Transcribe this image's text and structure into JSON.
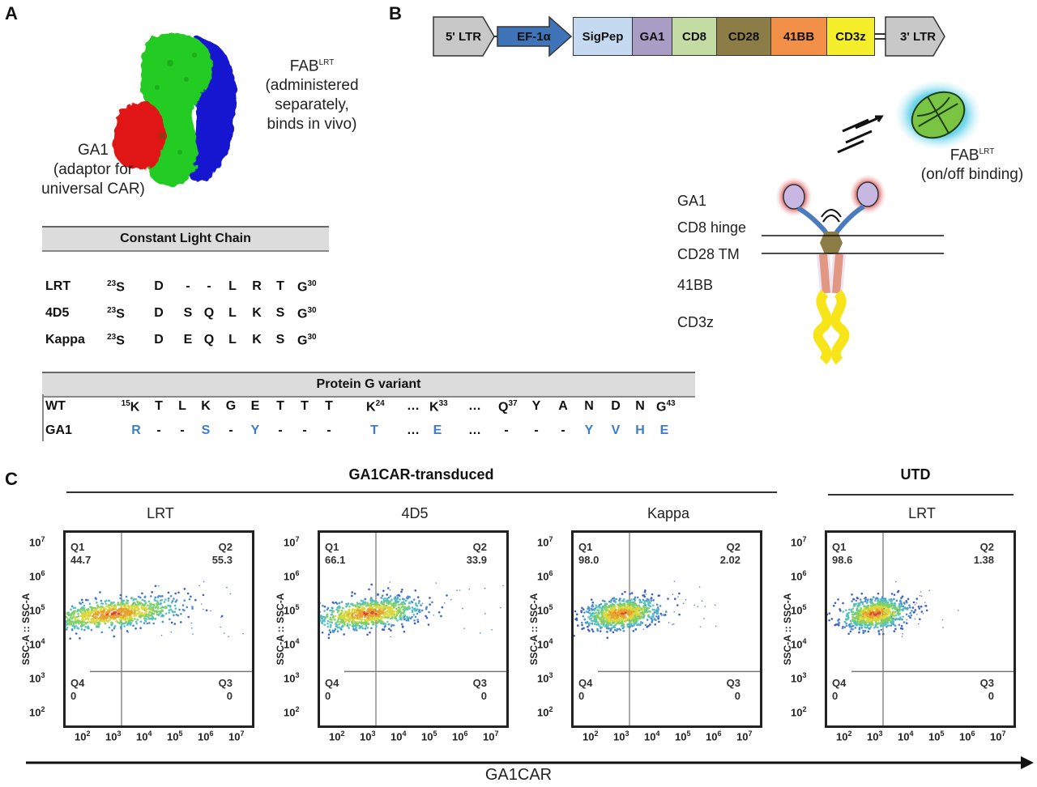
{
  "panels": {
    "a": "A",
    "b": "B",
    "c": "C"
  },
  "panel_a": {
    "fab_label": {
      "main": "FAB",
      "sup": "LRT",
      "lines": [
        "(administered",
        "separately,",
        "binds in vivo)"
      ]
    },
    "ga1_label": [
      "GA1",
      "(adaptor for",
      "universal CAR)"
    ],
    "clc": {
      "header": "Constant Light Chain",
      "start": "23",
      "end": "30",
      "rows": [
        {
          "name": "LRT",
          "res": [
            "S",
            "D",
            "-",
            "-",
            "L",
            "R",
            "T",
            "G"
          ]
        },
        {
          "name": "4D5",
          "res": [
            "S",
            "D",
            "S",
            "Q",
            "L",
            "K",
            "S",
            "G"
          ]
        },
        {
          "name": "Kappa",
          "res": [
            "S",
            "D",
            "E",
            "Q",
            "L",
            "K",
            "S",
            "G"
          ]
        }
      ]
    },
    "pgv": {
      "header": "Protein G variant",
      "wt_name": "WT",
      "ga1_name": "GA1",
      "wt": [
        {
          "t": "K",
          "pre": "15"
        },
        {
          "t": "T"
        },
        {
          "t": "L"
        },
        {
          "t": "K"
        },
        {
          "t": "G"
        },
        {
          "t": "E"
        },
        {
          "t": "T"
        },
        {
          "t": "T"
        },
        {
          "t": "T"
        },
        {
          "t": "K",
          "sup": "24"
        },
        {
          "t": "…"
        },
        {
          "t": "K",
          "sup": "33"
        },
        {
          "t": "…"
        },
        {
          "t": "Q",
          "sup": "37"
        },
        {
          "t": "Y"
        },
        {
          "t": "A"
        },
        {
          "t": "N"
        },
        {
          "t": "D"
        },
        {
          "t": "N"
        },
        {
          "t": "G",
          "sup": "43"
        }
      ],
      "ga1": [
        {
          "t": "R",
          "b": true
        },
        {
          "t": "-"
        },
        {
          "t": "-"
        },
        {
          "t": "S",
          "b": true
        },
        {
          "t": "-"
        },
        {
          "t": "Y",
          "b": true
        },
        {
          "t": "-"
        },
        {
          "t": "-"
        },
        {
          "t": "-"
        },
        {
          "t": "T",
          "b": true
        },
        {
          "t": "…"
        },
        {
          "t": "E",
          "b": true
        },
        {
          "t": "…"
        },
        {
          "t": "-"
        },
        {
          "t": "-"
        },
        {
          "t": "-"
        },
        {
          "t": "Y",
          "b": true
        },
        {
          "t": "V",
          "b": true
        },
        {
          "t": "H",
          "b": true
        },
        {
          "t": "E",
          "b": true
        }
      ]
    }
  },
  "panel_b": {
    "construct": [
      {
        "label": "5' LTR",
        "color": "#c8c8c8"
      },
      {
        "label": "EF-1α",
        "color": "#3f74b8"
      },
      {
        "label": "SigPep",
        "color": "#c5d9f0"
      },
      {
        "label": "GA1",
        "color": "#a99dc6"
      },
      {
        "label": "CD8",
        "color": "#c4dba4"
      },
      {
        "label": "CD28",
        "color": "#8b7d45"
      },
      {
        "label": "41BB",
        "color": "#f2904a"
      },
      {
        "label": "CD3z",
        "color": "#f5ee2a"
      },
      {
        "label": "3' LTR",
        "color": "#c8c8c8"
      }
    ],
    "labels": [
      "GA1",
      "CD8 hinge",
      "CD28 TM",
      "41BB",
      "CD3z"
    ],
    "fab": {
      "main": "FAB",
      "sup": "LRT",
      "sub": "(on/off binding)"
    }
  },
  "panel_c": {
    "group_transduced": "GA1CAR-transduced",
    "group_utd": "UTD",
    "x_axis": "GA1CAR",
    "y_axis": "SSC-A :: SSC-A",
    "tick_base": "10",
    "y_ticks": [
      "7",
      "6",
      "5",
      "4",
      "3",
      "2"
    ],
    "x_ticks": [
      "2",
      "3",
      "4",
      "5",
      "6",
      "7"
    ],
    "plots": [
      {
        "title": "LRT",
        "q1": "44.7",
        "q2": "55.3",
        "q3": "0",
        "q4": "0",
        "spread": 1.9
      },
      {
        "title": "4D5",
        "q1": "66.1",
        "q2": "33.9",
        "q3": "0",
        "q4": "0",
        "spread": 1.5
      },
      {
        "title": "Kappa",
        "q1": "98.0",
        "q2": "2.02",
        "q3": "0",
        "q4": "0",
        "spread": 1.0
      },
      {
        "title": "LRT",
        "q1": "98.6",
        "q2": "1.38",
        "q3": "0",
        "q4": "0",
        "spread": 0.9
      }
    ],
    "q_names": [
      "Q1",
      "Q2",
      "Q3",
      "Q4"
    ]
  }
}
